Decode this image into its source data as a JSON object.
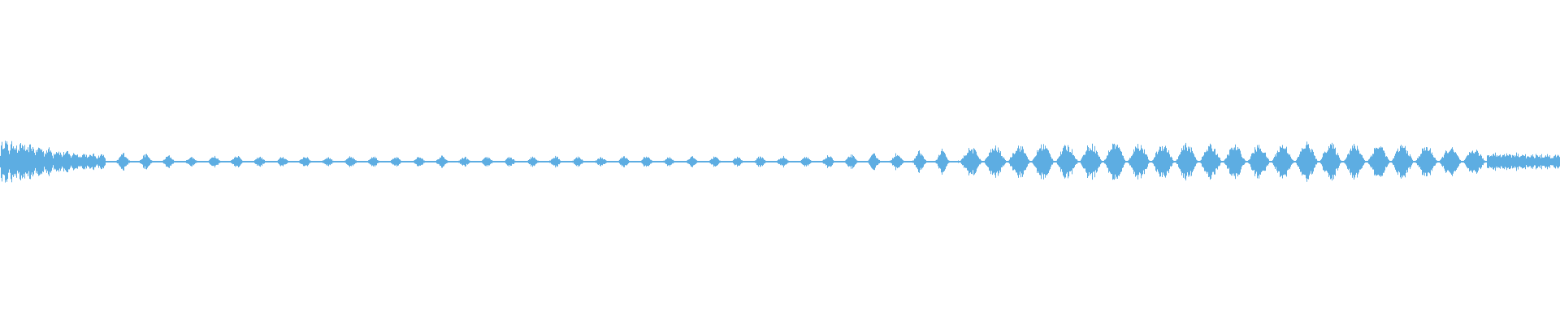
{
  "waveform": {
    "color": "#5dade2",
    "background": "#ffffff",
    "envelope": [
      0.15,
      0.12,
      0.09,
      0.06,
      0.05,
      0.06,
      0.05,
      0.04,
      0.03,
      0.05,
      0.04,
      0.03,
      0.04,
      0.03,
      0.035,
      0.04,
      0.03,
      0.035,
      0.04,
      0.03,
      0.035,
      0.03,
      0.04,
      0.035,
      0.03,
      0.035,
      0.04,
      0.03,
      0.035,
      0.035,
      0.03,
      0.04,
      0.035,
      0.04,
      0.045,
      0.05,
      0.06,
      0.07,
      0.08,
      0.09,
      0.1,
      0.11,
      0.12,
      0.11,
      0.12,
      0.13,
      0.12,
      0.12,
      0.12,
      0.11,
      0.11,
      0.11,
      0.12,
      0.13,
      0.12,
      0.11,
      0.12,
      0.11,
      0.1,
      0.09,
      0.08,
      0.07,
      0.06,
      0.06
    ]
  }
}
